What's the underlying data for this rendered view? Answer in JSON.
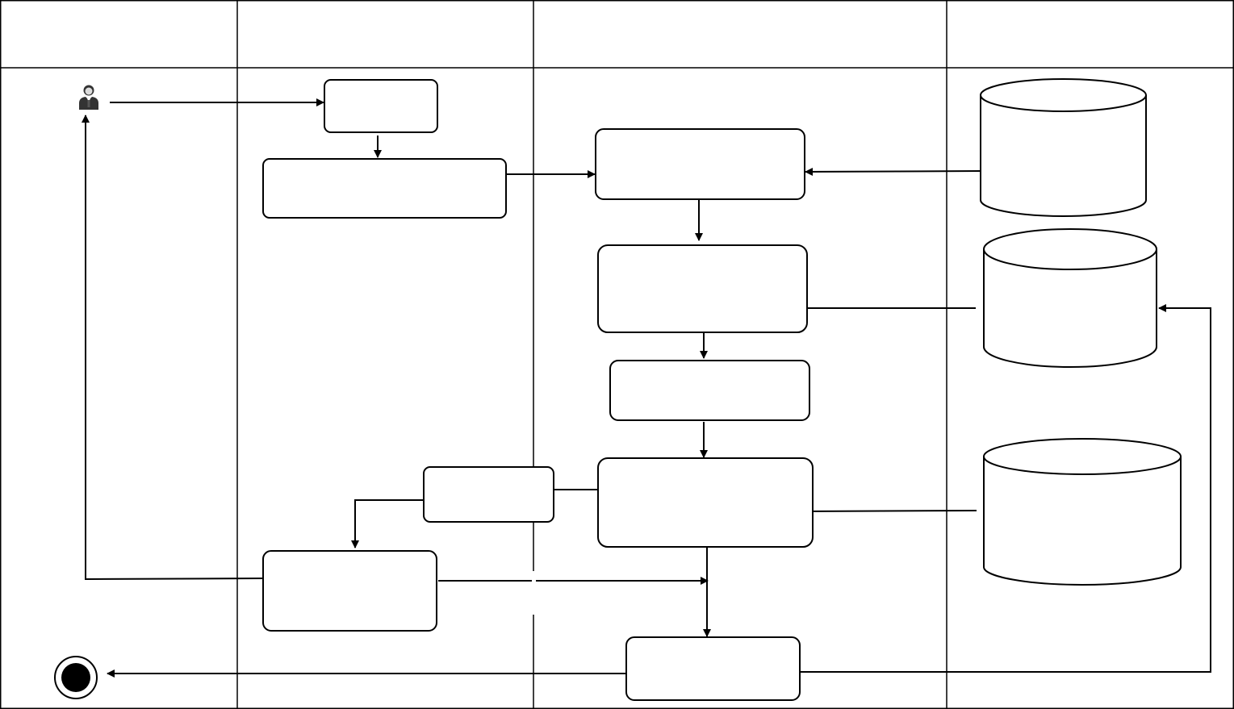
{
  "lanes": [
    {
      "id": "actor",
      "header": ""
    },
    {
      "id": "client",
      "header": ""
    },
    {
      "id": "server",
      "header": ""
    },
    {
      "id": "storage",
      "header": ""
    }
  ],
  "nodes": [
    {
      "id": "start-actor",
      "kind": "actor",
      "label": ""
    },
    {
      "id": "action-1",
      "kind": "action",
      "label": ""
    },
    {
      "id": "action-2",
      "kind": "action",
      "label": ""
    },
    {
      "id": "action-3",
      "kind": "action",
      "label": ""
    },
    {
      "id": "action-4",
      "kind": "action",
      "label": ""
    },
    {
      "id": "action-5",
      "kind": "action",
      "label": ""
    },
    {
      "id": "action-6",
      "kind": "action",
      "label": ""
    },
    {
      "id": "action-7",
      "kind": "action",
      "label": ""
    },
    {
      "id": "action-8",
      "kind": "action",
      "label": ""
    },
    {
      "id": "action-9",
      "kind": "action",
      "label": ""
    },
    {
      "id": "datastore-1",
      "kind": "datastore",
      "label": ""
    },
    {
      "id": "datastore-2",
      "kind": "datastore",
      "label": ""
    },
    {
      "id": "datastore-3",
      "kind": "datastore",
      "label": ""
    },
    {
      "id": "end-node",
      "kind": "final",
      "label": ""
    }
  ],
  "edges": [
    {
      "from": "start-actor",
      "to": "action-1"
    },
    {
      "from": "action-1",
      "to": "action-2"
    },
    {
      "from": "action-2",
      "to": "action-3"
    },
    {
      "from": "datastore-1",
      "to": "action-3"
    },
    {
      "from": "action-3",
      "to": "action-4"
    },
    {
      "from": "datastore-2",
      "to": "action-4"
    },
    {
      "from": "action-4",
      "to": "action-5"
    },
    {
      "from": "action-5",
      "to": "action-6"
    },
    {
      "from": "datastore-3",
      "to": "action-6"
    },
    {
      "from": "action-6",
      "to": "action-7"
    },
    {
      "from": "action-7",
      "to": "action-8"
    },
    {
      "from": "action-8",
      "to": "start-actor"
    },
    {
      "from": "action-8",
      "to": "action-9"
    },
    {
      "from": "action-6",
      "to": "action-9"
    },
    {
      "from": "action-9",
      "to": "datastore-2"
    },
    {
      "from": "action-9",
      "to": "end-node"
    }
  ]
}
